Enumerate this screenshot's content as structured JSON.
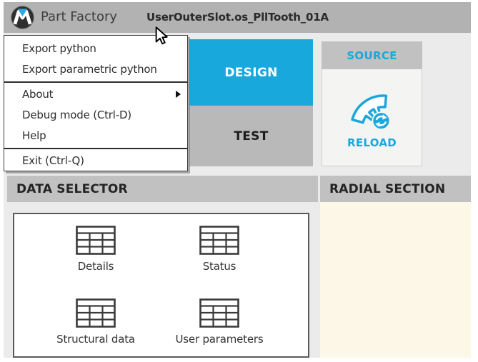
{
  "titlebar": {
    "app_name": "Part Factory",
    "document_name": "UserOuterSlot.os_PllTooth_01A"
  },
  "menu": {
    "items": [
      {
        "label": "Export python"
      },
      {
        "label": "Export parametric python"
      },
      {
        "label": "About",
        "has_submenu": true
      },
      {
        "label": "Debug mode (Ctrl-D)"
      },
      {
        "label": "Help"
      },
      {
        "label": "Exit (Ctrl-Q)"
      }
    ]
  },
  "tabs": {
    "design": "DESIGN",
    "test": "TEST"
  },
  "source_panel": {
    "title": "SOURCE",
    "reload_label": "RELOAD"
  },
  "sections": {
    "data_selector": "DATA SELECTOR",
    "radial_section": "RADIAL SECTION"
  },
  "data_selector": {
    "items": [
      {
        "label": "Details"
      },
      {
        "label": "Status"
      },
      {
        "label": "Structural data"
      },
      {
        "label": "User parameters"
      }
    ]
  },
  "colors": {
    "accent_cyan": "#18a8dc",
    "topbar_gray": "#b2b2b2",
    "header_gray": "#c1c1c1",
    "radial_cream": "#fcf7e7"
  }
}
